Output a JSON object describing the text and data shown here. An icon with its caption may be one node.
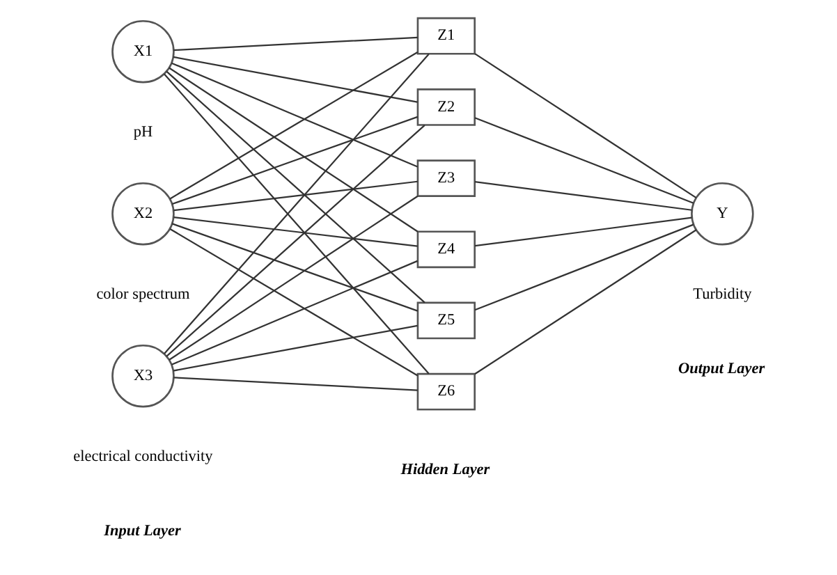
{
  "diagram": {
    "nodes": [
      {
        "text": [
          "X1"
        ],
        "beside": [
          "pH"
        ]
      },
      {
        "text": [
          "X2"
        ],
        "beside": [
          "color spectrum"
        ]
      },
      {
        "text": [
          "X3"
        ],
        "beside": [
          "electrical conductivity"
        ]
      },
      {
        "text": [
          "Z1"
        ]
      },
      {
        "text": [
          "Z2"
        ]
      },
      {
        "text": [
          "Z3"
        ]
      },
      {
        "text": [
          "Z4"
        ]
      },
      {
        "text": [
          "Z5"
        ]
      },
      {
        "text": [
          "Z6"
        ]
      },
      {
        "text": [
          "Y"
        ],
        "beside": [
          "Turbidity"
        ]
      }
    ],
    "edges": [
      {
        "from": 0,
        "to": 3,
        "arrow": "none"
      },
      {
        "from": 0,
        "to": 4,
        "arrow": "none"
      },
      {
        "from": 0,
        "to": 5,
        "arrow": "none"
      },
      {
        "from": 0,
        "to": 6,
        "arrow": "none"
      },
      {
        "from": 0,
        "to": 7,
        "arrow": "none"
      },
      {
        "from": 0,
        "to": 8,
        "arrow": "none"
      },
      {
        "from": 1,
        "to": 3,
        "arrow": "none"
      },
      {
        "from": 1,
        "to": 4,
        "arrow": "none"
      },
      {
        "from": 1,
        "to": 5,
        "arrow": "none"
      },
      {
        "from": 1,
        "to": 6,
        "arrow": "none"
      },
      {
        "from": 1,
        "to": 7,
        "arrow": "none"
      },
      {
        "from": 1,
        "to": 8,
        "arrow": "none"
      },
      {
        "from": 2,
        "to": 3,
        "arrow": "none"
      },
      {
        "from": 2,
        "to": 4,
        "arrow": "none"
      },
      {
        "from": 2,
        "to": 5,
        "arrow": "none"
      },
      {
        "from": 2,
        "to": 6,
        "arrow": "none"
      },
      {
        "from": 2,
        "to": 7,
        "arrow": "none"
      },
      {
        "from": 2,
        "to": 8,
        "arrow": "none"
      },
      {
        "from": 3,
        "to": 9,
        "arrow": "none"
      },
      {
        "from": 4,
        "to": 9,
        "arrow": "none"
      },
      {
        "from": 5,
        "to": 9,
        "arrow": "none"
      },
      {
        "from": 6,
        "to": 9,
        "arrow": "none"
      },
      {
        "from": 7,
        "to": 9,
        "arrow": "none"
      },
      {
        "from": 8,
        "to": 9,
        "arrow": "none"
      }
    ],
    "labels": [
      "Input Layer",
      "Hidden Layer",
      "Output Layer"
    ]
  }
}
